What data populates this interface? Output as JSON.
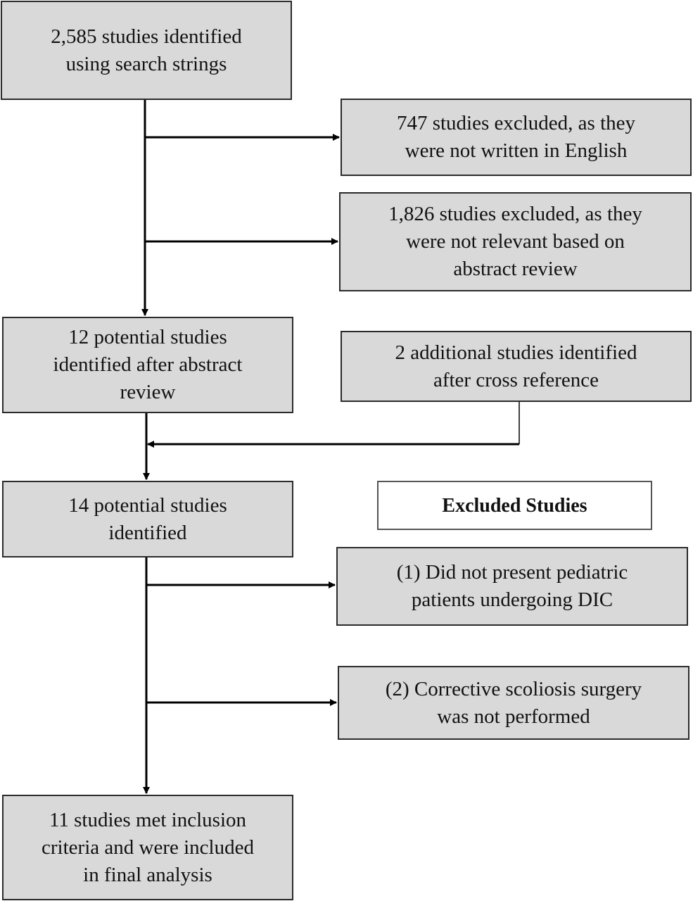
{
  "flow": {
    "identified": "2,585 studies identified\nusing search strings",
    "excluded_language": "747 studies excluded, as they\nwere not written in English",
    "excluded_abstract": "1,826 studies excluded, as they\nwere not relevant based on\nabstract review",
    "potential_12": "12 potential studies\nidentified after abstract\nreview",
    "additional": "2 additional studies identified\nafter cross reference",
    "potential_14": "14 potential studies\nidentified",
    "excluded_header": "Excluded Studies",
    "excluded_reason_1": "(1) Did not present pediatric\npatients undergoing DIC",
    "excluded_reason_2": "(2) Corrective scoliosis surgery\nwas not performed",
    "final": "11 studies met inclusion\ncriteria and were included\nin final analysis"
  },
  "colors": {
    "box_fill": "#d9d9d9",
    "line": "#000000"
  }
}
